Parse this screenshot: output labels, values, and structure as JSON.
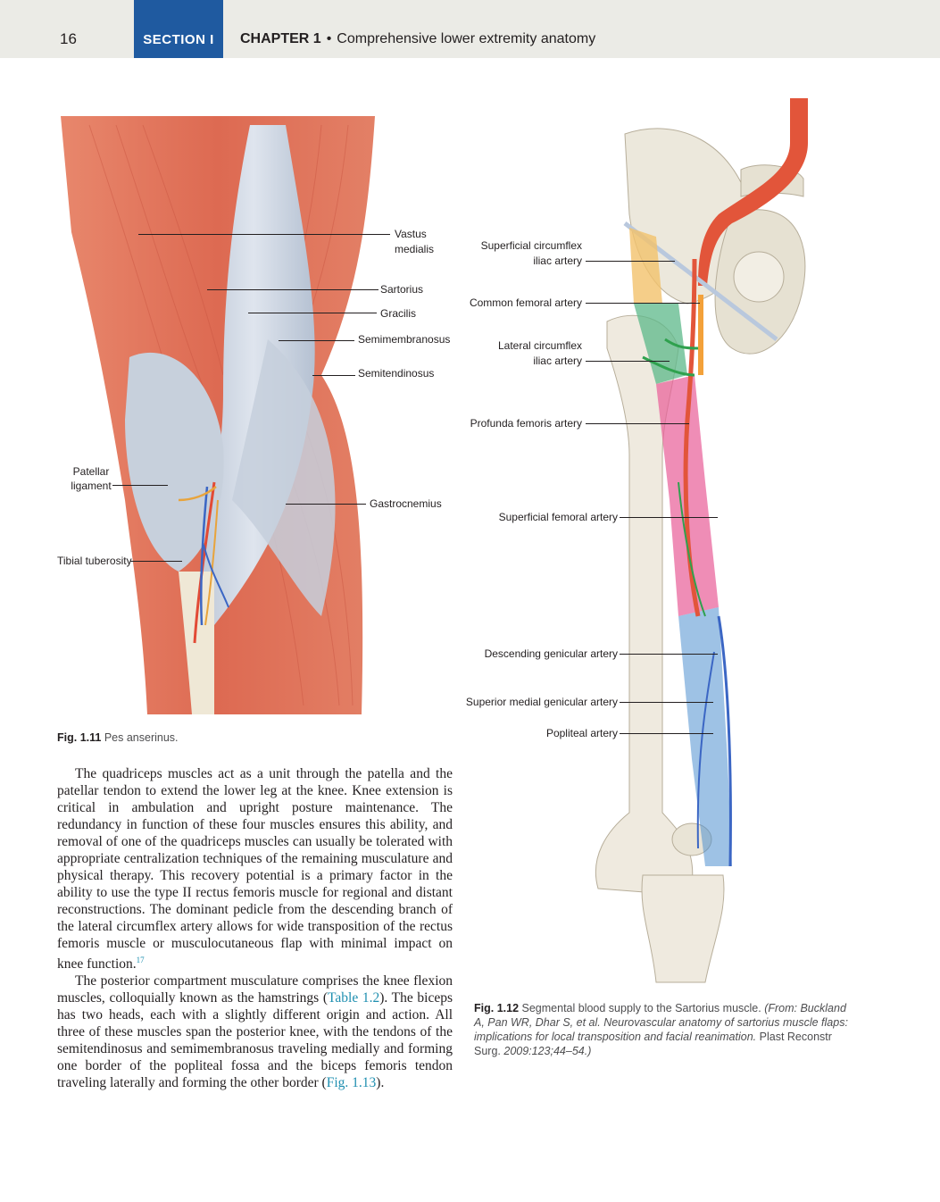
{
  "header": {
    "page_number": "16",
    "section_label": "SECTION I",
    "chapter_label": "CHAPTER 1",
    "separator": "•",
    "chapter_title": "Comprehensive lower extremity anatomy"
  },
  "figure_left": {
    "labels": {
      "vastus_medialis_1": "Vastus",
      "vastus_medialis_2": "medialis",
      "sartorius": "Sartorius",
      "gracilis": "Gracilis",
      "semimembranosus": "Semimembranosus",
      "semitendinosus": "Semitendinosus",
      "patellar_ligament_1": "Patellar",
      "patellar_ligament_2": "ligament",
      "gastrocnemius": "Gastrocnemius",
      "tibial_tuberosity": "Tibial tuberosity"
    },
    "caption": {
      "number": "Fig. 1.11",
      "text": "Pes anserinus."
    }
  },
  "figure_right": {
    "labels": {
      "superficial_circumflex_1": "Superficial circumflex",
      "superficial_circumflex_2": "iliac artery",
      "common_femoral": "Common femoral artery",
      "lateral_circumflex_1": "Lateral circumflex",
      "lateral_circumflex_2": "iliac artery",
      "profunda_femoris": "Profunda femoris artery",
      "superficial_femoral": "Superficial femoral artery",
      "descending_genicular": "Descending genicular artery",
      "superior_medial_genicular": "Superior medial genicular artery",
      "popliteal": "Popliteal artery"
    },
    "caption": {
      "number": "Fig. 1.12",
      "text": "Segmental blood supply to the Sartorius muscle.",
      "citation": "(From: Buckland A, Pan WR, Dhar S, et al. Neurovascular anatomy of sartorius muscle flaps: implications for local transposition and facial reanimation.",
      "journal": "Plast Reconstr Surg.",
      "citation_end": "2009:123;44–54.)"
    }
  },
  "body": {
    "p1": "The quadriceps muscles act as a unit through the patella and the patellar tendon to extend the lower leg at the knee. Knee extension is critical in ambulation and upright posture maintenance. The redundancy in function of these four muscles ensures this ability, and removal of one of the quadriceps muscles can usually be tolerated with appropriate centralization techniques of the remaining musculature and physical therapy. This recovery potential is a primary factor in the ability to use the type II rectus femoris muscle for regional and distant reconstructions. The dominant pedicle from the descending branch of the lateral circumflex artery allows for wide transposition of the rectus femoris muscle or musculocutaneous flap with minimal impact on knee function.",
    "p1_ref": "17",
    "p2_a": "The posterior compartment musculature comprises the knee flexion muscles, colloquially known as the hamstrings (",
    "p2_link1": "Table 1.2",
    "p2_b": "). The biceps has two heads, each with a slightly different origin and action. All three of these muscles span the posterior knee, with the tendons of the semitendinosus and semimembranosus traveling medially and forming one border of the popliteal fossa and the biceps femoris tendon traveling laterally and forming the other border (",
    "p2_link2": "Fig. 1.13",
    "p2_c": ")."
  },
  "colors": {
    "header_bg": "#ebebe6",
    "section_blue": "#1f5aa0",
    "muscle_red": "#e0735a",
    "tendon_gray": "#c9d2de",
    "bone": "#ece8dc",
    "artery_red": "#e2553a",
    "seg_yellow": "#f3c26b",
    "seg_green": "#5cb88a",
    "seg_pink": "#e9619a",
    "seg_blue": "#4f8fd0",
    "link_teal": "#1f8fb0"
  }
}
